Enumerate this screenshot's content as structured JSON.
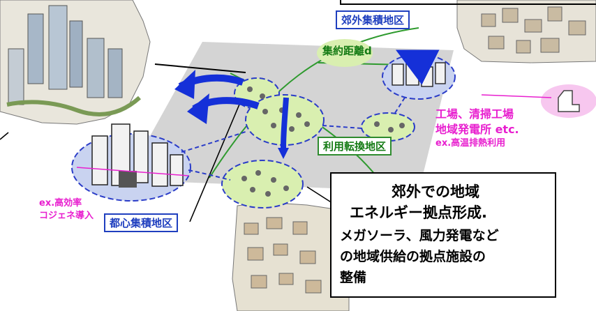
{
  "labels": {
    "suburban_cluster": "郊外集積地区",
    "aggregation_distance": "集約距離d",
    "conversion_district": "利用転換地区",
    "downtown_cluster": "都心集積地区",
    "factory_line1": "工場、清掃工場",
    "factory_line2": "地域発電所 etc.",
    "factory_line3": "ex.高温排熱利用",
    "cogen_line1": "ex.高効率",
    "cogen_line2": "コジェネ導入"
  },
  "callout": {
    "line1": "郊外での地域",
    "line2": "エネルギー拠点形成.",
    "line3": "メガソーラ、風力発電など",
    "line4": "の地域供給の拠点施設の",
    "line5": "整備"
  },
  "colors": {
    "arrow_blue": "#1530d8",
    "zone_fill": "#c9d3f0",
    "zone_border": "#2a3cc8",
    "green_fill": "#d9efb0",
    "magenta": "#e81fcf",
    "plane": "#d4d4d4"
  }
}
